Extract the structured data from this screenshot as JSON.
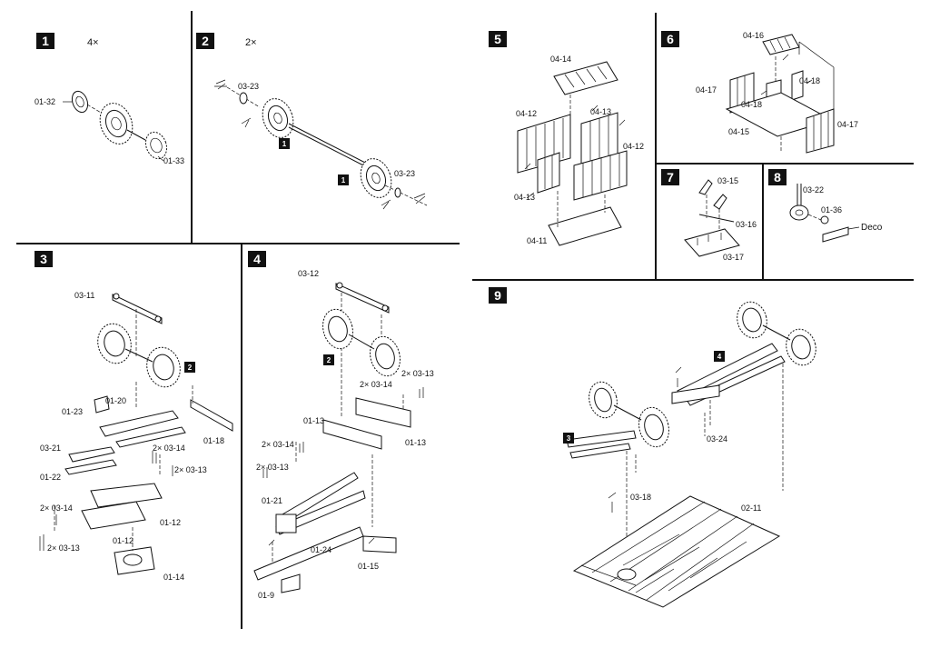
{
  "steps": [
    {
      "number": "1",
      "count": "4×",
      "labels": [
        "01-32",
        "01-33"
      ]
    },
    {
      "number": "2",
      "count": "2×",
      "labels": [
        "03-23",
        "03-23"
      ],
      "refs": [
        "1",
        "1"
      ]
    },
    {
      "number": "3",
      "labels": [
        "03-11",
        "01-20",
        "01-23",
        "03-21",
        "01-22",
        "01-18",
        "2× 03-14",
        "2× 03-13",
        "2× 03-14",
        "2× 03-13",
        "01-12",
        "01-12",
        "01-14"
      ],
      "refs": [
        "2"
      ]
    },
    {
      "number": "4",
      "labels": [
        "03-12",
        "2× 03-13",
        "2× 03-14",
        "01-13",
        "01-13",
        "2× 03-14",
        "2× 03-13",
        "01-21",
        "01-24",
        "01-15",
        "01-9"
      ],
      "refs": [
        "2"
      ]
    },
    {
      "number": "5",
      "labels": [
        "04-14",
        "04-12",
        "04-13",
        "04-12",
        "04-13",
        "04-11"
      ]
    },
    {
      "number": "6",
      "labels": [
        "04-16",
        "04-17",
        "04-18",
        "04-18",
        "04-17",
        "04-15"
      ]
    },
    {
      "number": "7",
      "labels": [
        "03-15",
        "03-16",
        "03-17"
      ]
    },
    {
      "number": "8",
      "labels": [
        "03-22",
        "01-36",
        "Deco"
      ]
    },
    {
      "number": "9",
      "labels": [
        "03-24",
        "03-18",
        "02-11"
      ],
      "refs": [
        "4",
        "3"
      ]
    }
  ]
}
